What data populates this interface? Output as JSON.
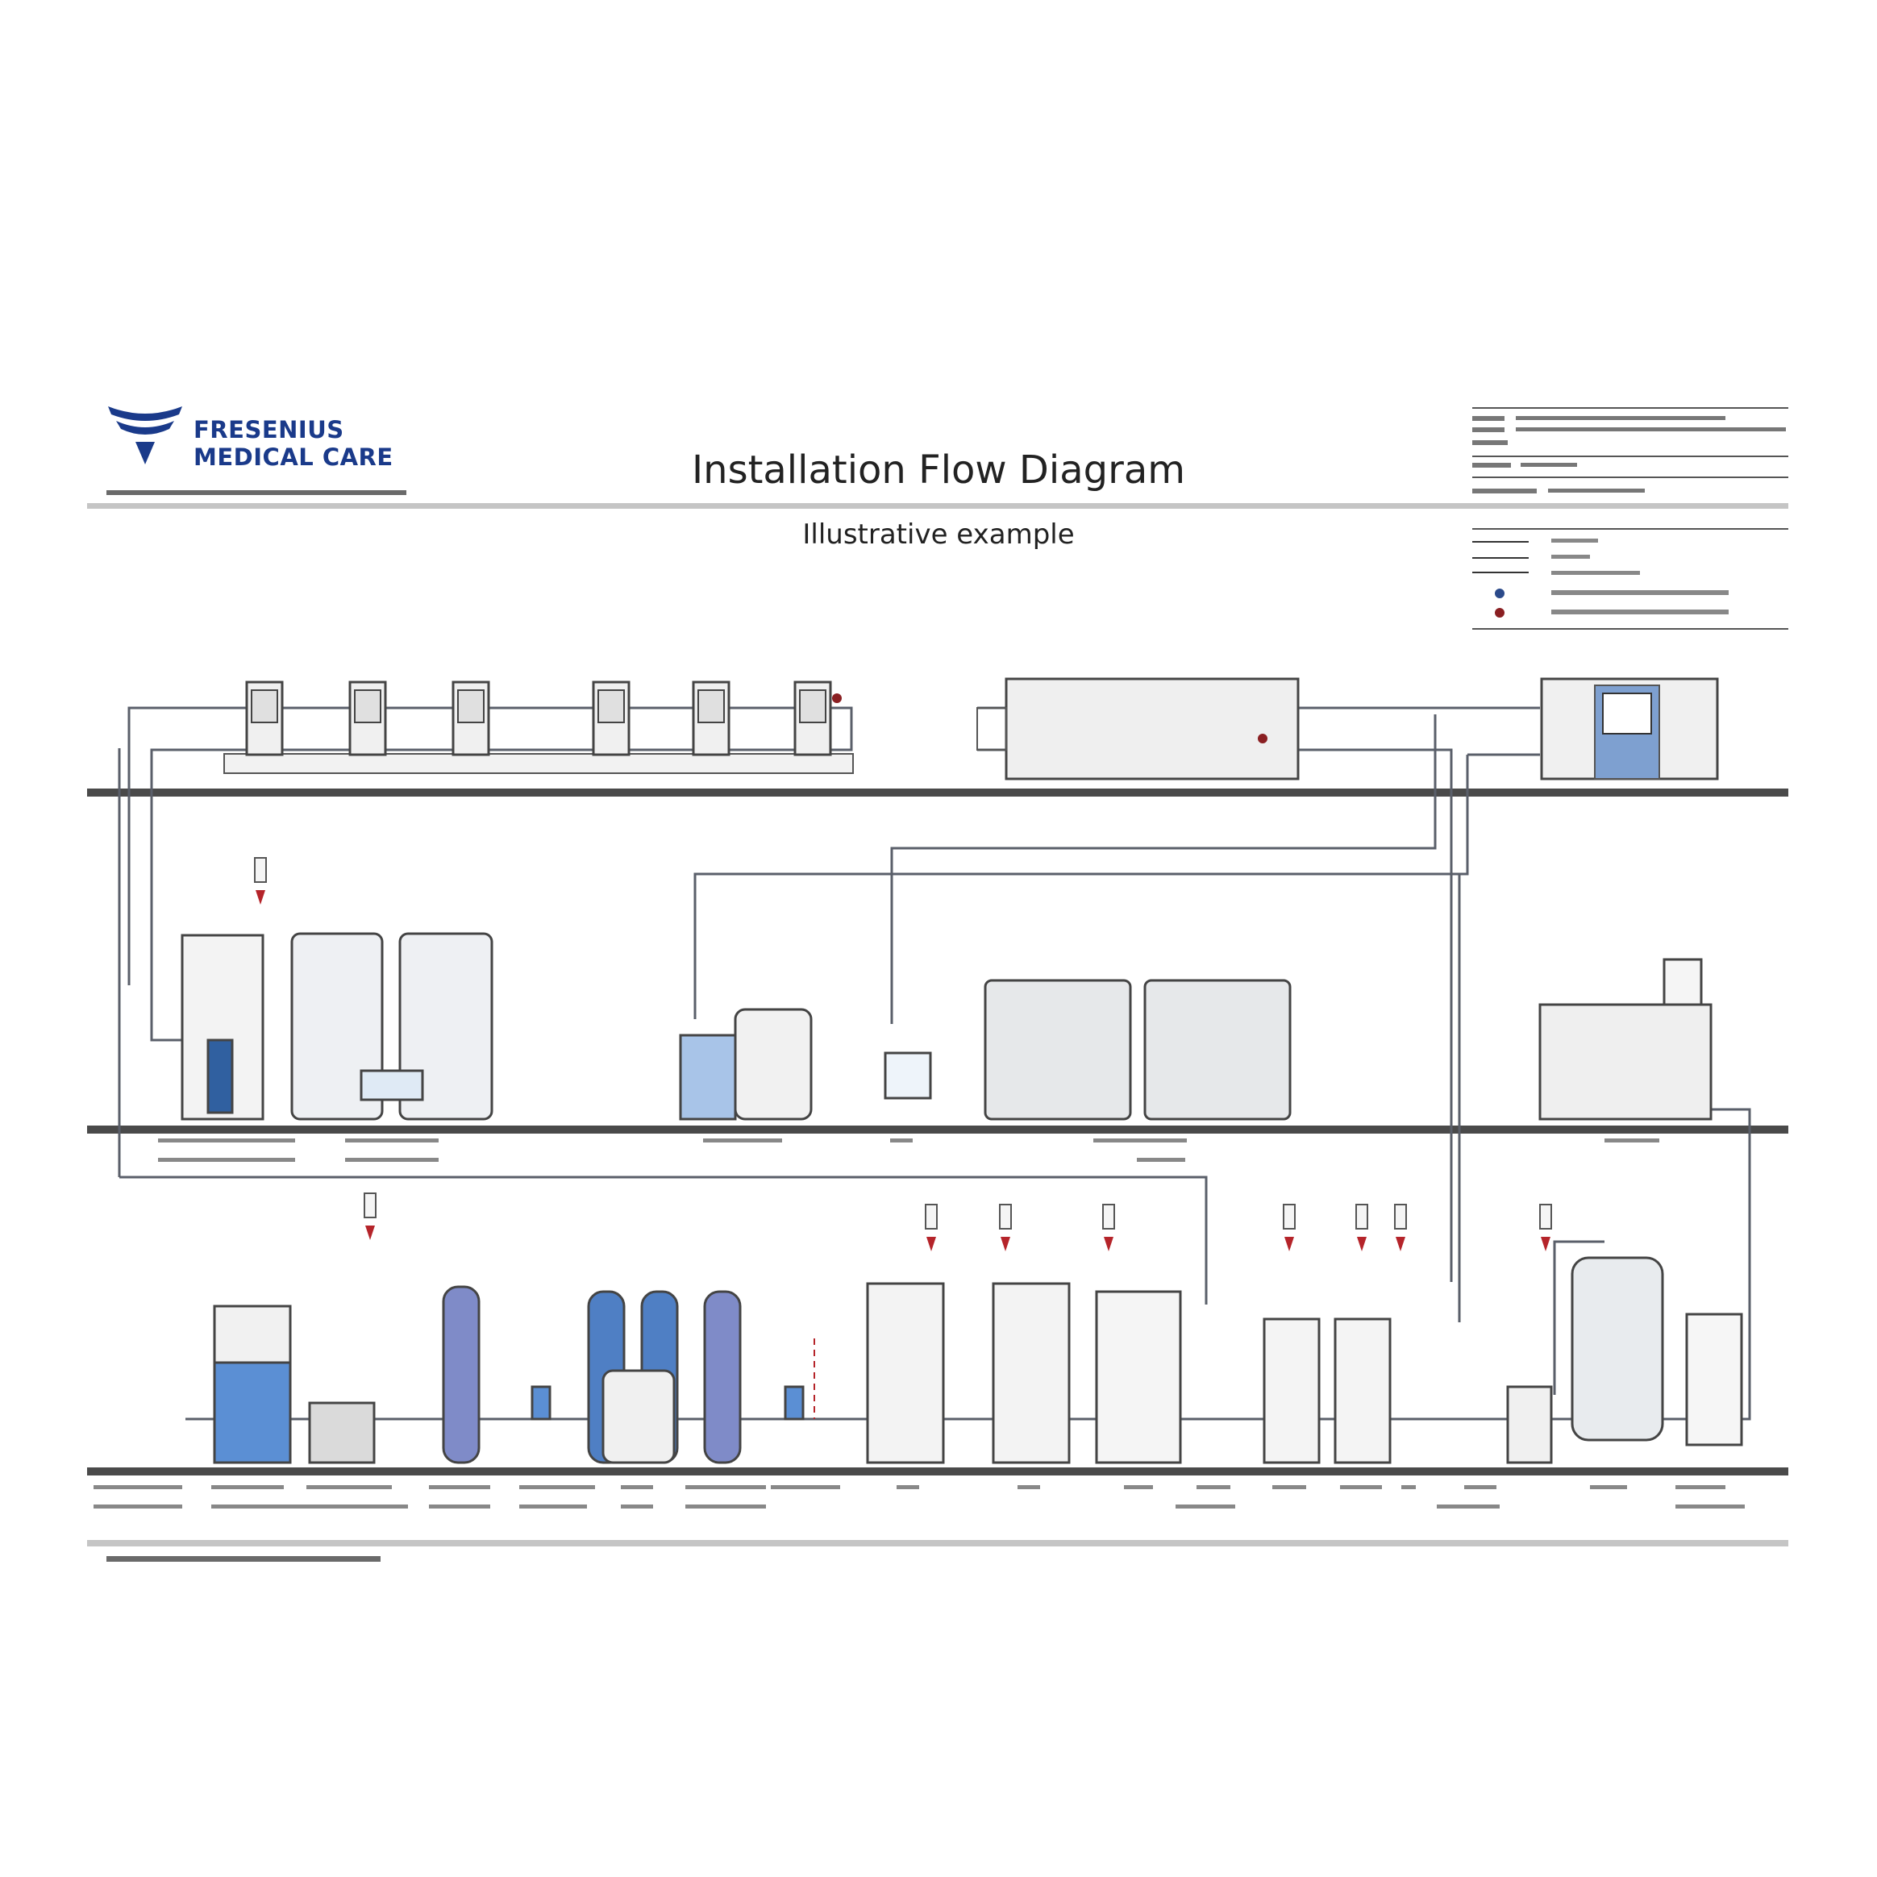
{
  "header": {
    "brand_line1": "FRESENIUS",
    "brand_line2": "MEDICAL CARE",
    "title": "Installation Flow Diagram",
    "subtitle": "Illustrative example"
  },
  "colors": {
    "brand": "#1a3a8a",
    "floor": "#4a4a4a",
    "pipe": "#5a5f6a",
    "vessel_blue": "#4f7fc4",
    "valve_red": "#b5242a",
    "legend_dot_blue": "#2b4a8a",
    "legend_dot_red": "#8a1f22"
  },
  "icons": [
    "logo-icon",
    "valve-icon",
    "pump-icon",
    "tank-icon"
  ]
}
